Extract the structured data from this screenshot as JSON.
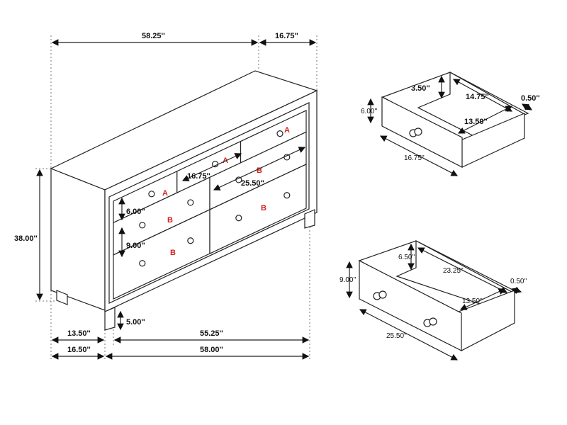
{
  "main_view": {
    "overall_width": "58.25''",
    "overall_depth": "16.75''",
    "overall_height": "38.00''",
    "leg_height": "5.00''",
    "side_depth_inner": "13.50''",
    "side_depth_outer": "16.50''",
    "front_width_inner": "55.25''",
    "front_width_outer": "58.00''",
    "small_drawer_width": "16.75''",
    "large_drawer_width": "25.50''",
    "small_drawer_height": "6.00''",
    "large_drawer_height": "9.00''",
    "drawer_labels": [
      "A",
      "A",
      "A",
      "B",
      "B",
      "B",
      "B"
    ]
  },
  "drawer_a": {
    "front_height": "6.00''",
    "inner_height": "3.50''",
    "inner_depth": "14.75''",
    "inner_width": "13.50''",
    "panel_thickness": "0.50''",
    "front_width": "16.75''"
  },
  "drawer_b": {
    "front_height": "9.00''",
    "inner_height": "6.50''",
    "inner_depth": "23.25''",
    "inner_width": "13.50''",
    "panel_thickness": "0.50''",
    "front_width": "25.50''"
  },
  "colors": {
    "label_red": "#d42020",
    "line": "#222222"
  }
}
